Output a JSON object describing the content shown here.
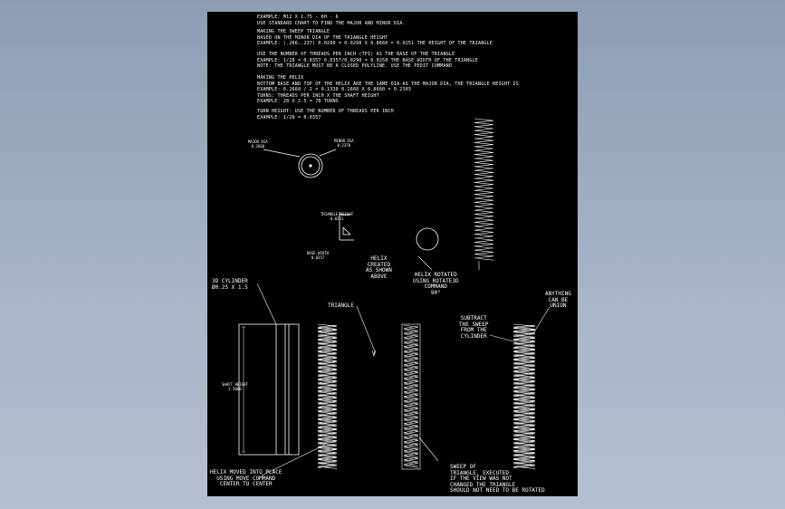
{
  "instructions": [
    "EXAMPLE: M12 x 1.75 - 6H - 6",
    "USE STANDARD CHART TO FIND THE MAJOR AND MINOR DIA.",
    "",
    "MAKING THE SWEEP TRIANGLE",
    "BASED ON THE MINOR DIA OF THE TRIANGLE HEIGHT",
    "EXAMPLE: (.266-.237) 0.0290 = 0.0290 x 0.8660 = 0.0251 THE HEIGHT OF THE TRIANGLE",
    "",
    "USE THE NUMBER OF THREADS PER INCH (TPI) AS THE BASE OF THE TRIANGLE",
    "EXAMPLE: 1/28 = 0.0357 0.0357/0.0290 = 0.0258 THE BASE WIDTH OF THE TRIANGLE",
    "NOTE: THE TRIANGLE MUST BE A CLOSED POLYLINE. USE THE PEDIT COMMAND",
    "",
    "MAKING THE HELIX",
    "BOTTOM BASE AND TOP OF THE HELIX ARE THE SAME DIA AS THE MAJOR DIA, THE TRIANGLE HEIGHT IS",
    "EXAMPLE: 0.2660 / 2 = 0.1330 0.2660 x 0.8660 = 0.2303",
    "TURNS: THREADS PER INCH X THE SHAFT HEIGHT",
    "EXAMPLE: 28 x 2.5 = 70 TURNS",
    "",
    "TURN HEIGHT: USE THE NUMBER OF THREADS PER INCH",
    "EXAMPLE: 1/28 = 0.0357"
  ],
  "labels": {
    "major_dia": [
      "MAJOR DIA",
      "0.2660"
    ],
    "minor_dia": [
      "MINOR DIA",
      "0.2370"
    ],
    "triangle_height": [
      "TRIANGLE HEIGHT",
      "0.0251"
    ],
    "base_width": [
      "BASE WIDTH",
      "0.0357"
    ],
    "helix_created": [
      "HELIX",
      "CREATED",
      "AS SHOWN",
      "ABOVE"
    ],
    "helix_rotated": [
      "HELIX ROTATED",
      "USING ROTATE3D",
      "COMMAND",
      "90°"
    ],
    "cylinder": [
      "3D CYLINDER",
      "Ø0.25 X 1.5"
    ],
    "triangle": [
      "TRIANGLE"
    ],
    "shaft_height": [
      "SHAFT HEIGHT",
      "2.5000"
    ],
    "subtract": [
      "SUBTRACT",
      "THE SWEEP",
      "FROM THE",
      "CYLINDER"
    ],
    "anything_union": [
      "ANYTHING",
      "CAN BE",
      "UNION"
    ],
    "helix_moved": [
      "HELIX MOVED INTO PLACE",
      "USING MOVE COMMAND",
      "CENTER TO CENTER"
    ],
    "sweep": [
      "SWEEP OF",
      "TRIANGLE, EXECUTED",
      "IF THE VIEW WAS NOT",
      "CHANGED THE TRIANGLE",
      "SHOULD NOT NEED TO BE ROTATED"
    ]
  },
  "colors": {
    "background": "#9fb0c4",
    "sheet": "#000000",
    "lines": "#ffffff"
  }
}
